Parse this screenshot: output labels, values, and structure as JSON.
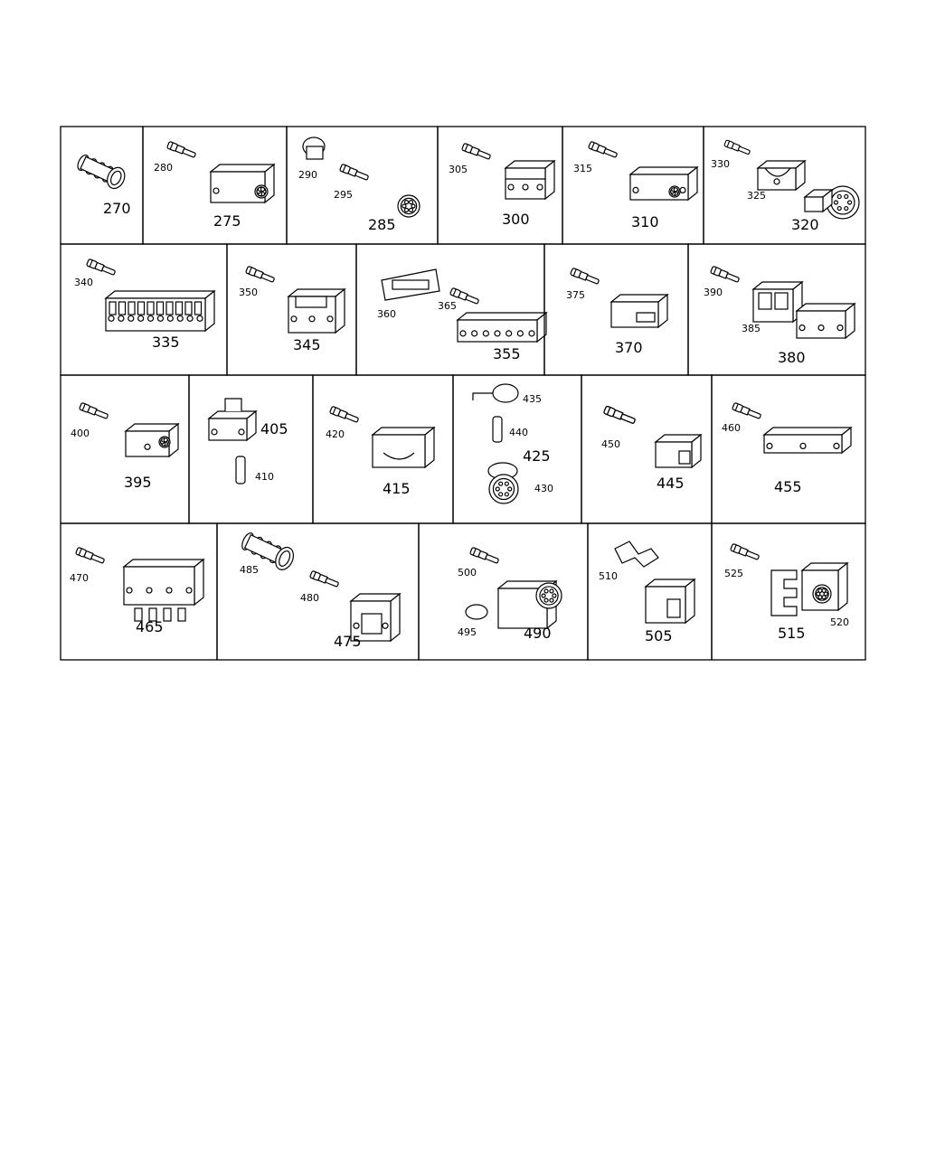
{
  "rows": [
    {
      "cells": [
        {
          "name": "part-270",
          "labels": [
            {
              "text": "270",
              "size": "main"
            }
          ]
        },
        {
          "name": "part-275",
          "labels": [
            {
              "text": "280",
              "size": "sub"
            },
            {
              "text": "275",
              "size": "main"
            }
          ]
        },
        {
          "name": "part-285",
          "labels": [
            {
              "text": "290",
              "size": "sub"
            },
            {
              "text": "295",
              "size": "sub"
            },
            {
              "text": "285",
              "size": "main"
            }
          ]
        },
        {
          "name": "part-300",
          "labels": [
            {
              "text": "305",
              "size": "sub"
            },
            {
              "text": "300",
              "size": "main"
            }
          ]
        },
        {
          "name": "part-310",
          "labels": [
            {
              "text": "315",
              "size": "sub"
            },
            {
              "text": "310",
              "size": "main"
            }
          ]
        },
        {
          "name": "part-320",
          "labels": [
            {
              "text": "330",
              "size": "sub"
            },
            {
              "text": "325",
              "size": "sub"
            },
            {
              "text": "320",
              "size": "main"
            }
          ]
        }
      ]
    },
    {
      "cells": [
        {
          "name": "part-335",
          "labels": [
            {
              "text": "340",
              "size": "sub"
            },
            {
              "text": "335",
              "size": "main"
            }
          ]
        },
        {
          "name": "part-345",
          "labels": [
            {
              "text": "350",
              "size": "sub"
            },
            {
              "text": "345",
              "size": "main"
            }
          ]
        },
        {
          "name": "part-355",
          "labels": [
            {
              "text": "360",
              "size": "sub"
            },
            {
              "text": "365",
              "size": "sub"
            },
            {
              "text": "355",
              "size": "main"
            }
          ]
        },
        {
          "name": "part-370",
          "labels": [
            {
              "text": "375",
              "size": "sub"
            },
            {
              "text": "370",
              "size": "main"
            }
          ]
        },
        {
          "name": "part-380",
          "labels": [
            {
              "text": "390",
              "size": "sub"
            },
            {
              "text": "385",
              "size": "sub"
            },
            {
              "text": "380",
              "size": "main"
            }
          ]
        }
      ]
    },
    {
      "cells": [
        {
          "name": "part-395",
          "labels": [
            {
              "text": "400",
              "size": "sub"
            },
            {
              "text": "395",
              "size": "main"
            }
          ]
        },
        {
          "name": "part-405",
          "labels": [
            {
              "text": "405",
              "size": "main"
            },
            {
              "text": "410",
              "size": "sub"
            }
          ]
        },
        {
          "name": "part-415",
          "labels": [
            {
              "text": "420",
              "size": "sub"
            },
            {
              "text": "415",
              "size": "main"
            }
          ]
        },
        {
          "name": "part-425",
          "labels": [
            {
              "text": "435",
              "size": "sub"
            },
            {
              "text": "440",
              "size": "sub"
            },
            {
              "text": "425",
              "size": "main"
            },
            {
              "text": "430",
              "size": "sub"
            }
          ]
        },
        {
          "name": "part-445",
          "labels": [
            {
              "text": "450",
              "size": "sub"
            },
            {
              "text": "445",
              "size": "main"
            }
          ]
        },
        {
          "name": "part-455",
          "labels": [
            {
              "text": "460",
              "size": "sub"
            },
            {
              "text": "455",
              "size": "main"
            }
          ]
        }
      ]
    },
    {
      "cells": [
        {
          "name": "part-465",
          "labels": [
            {
              "text": "470",
              "size": "sub"
            },
            {
              "text": "465",
              "size": "main"
            }
          ]
        },
        {
          "name": "part-475",
          "labels": [
            {
              "text": "485",
              "size": "sub"
            },
            {
              "text": "480",
              "size": "sub"
            },
            {
              "text": "475",
              "size": "main"
            }
          ]
        },
        {
          "name": "part-490",
          "labels": [
            {
              "text": "500",
              "size": "sub"
            },
            {
              "text": "495",
              "size": "sub"
            },
            {
              "text": "490",
              "size": "main"
            }
          ]
        },
        {
          "name": "part-505",
          "labels": [
            {
              "text": "510",
              "size": "sub"
            },
            {
              "text": "505",
              "size": "main"
            }
          ]
        },
        {
          "name": "part-515",
          "labels": [
            {
              "text": "525",
              "size": "sub"
            },
            {
              "text": "515",
              "size": "main"
            },
            {
              "text": "520",
              "size": "sub"
            }
          ]
        }
      ]
    }
  ]
}
